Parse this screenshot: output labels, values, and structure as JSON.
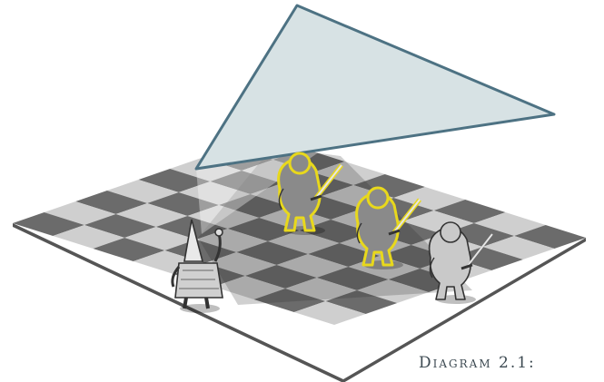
{
  "diagram": {
    "caption": "Diagram 2.1:",
    "board": {
      "rows": 8,
      "cols": 8,
      "light_color": "#cfcfcf",
      "dark_color": "#6b6b6b"
    },
    "vision_cone_color": "#d7e2e4",
    "vision_cone_stroke": "#4d7283",
    "highlight_color": "#e8d81c",
    "figures": [
      {
        "name": "wizard-figure",
        "role": "viewer"
      },
      {
        "name": "goblin-warrior-figure",
        "role": "visible"
      },
      {
        "name": "goblin-warrior-figure",
        "role": "visible"
      },
      {
        "name": "goblin-warrior-figure",
        "role": "hidden"
      }
    ]
  }
}
